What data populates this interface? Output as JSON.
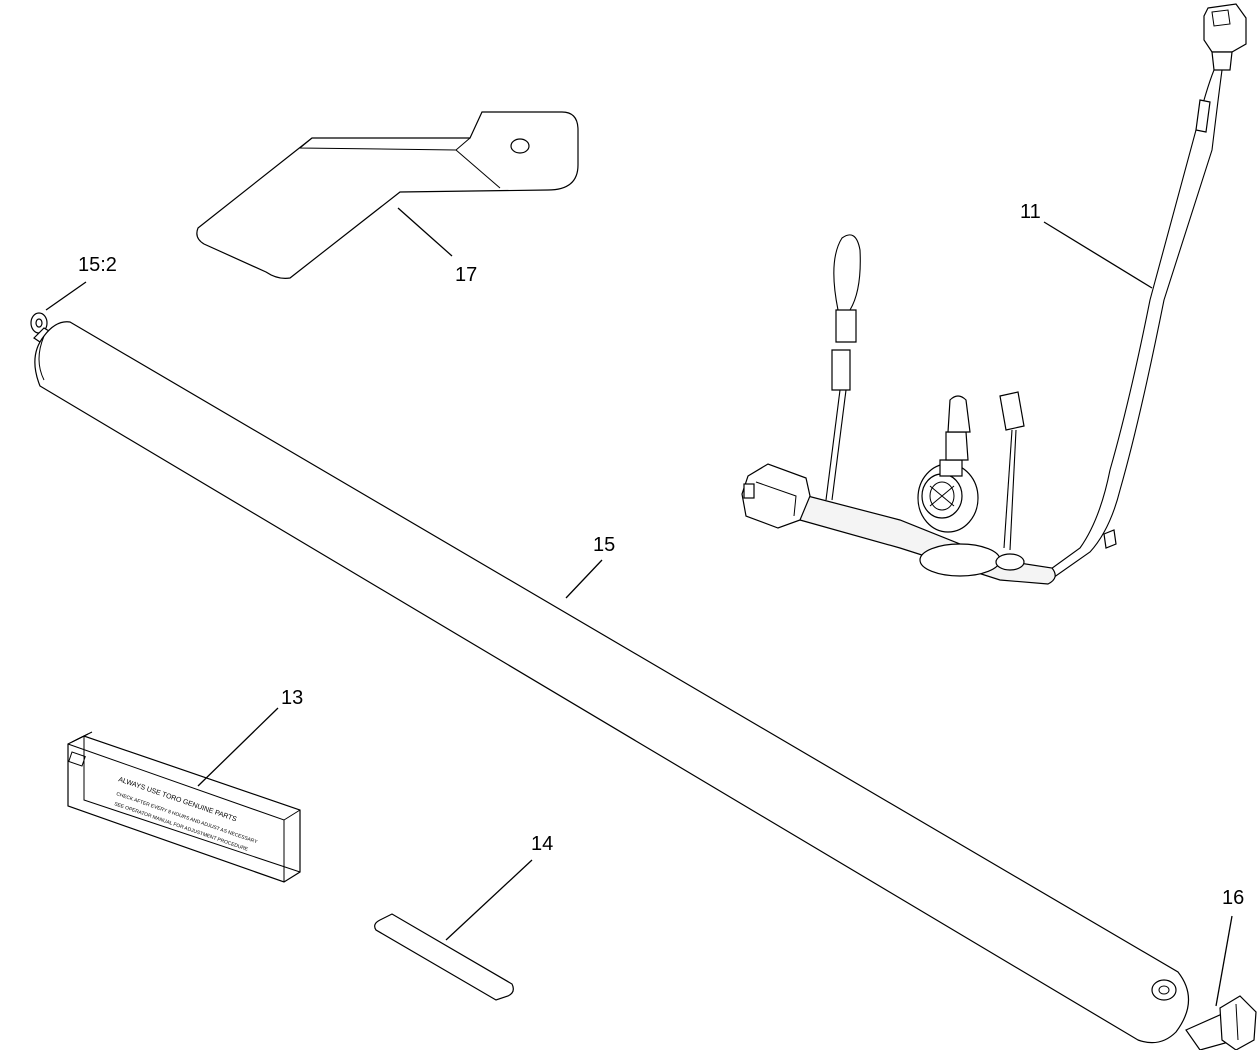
{
  "callouts": [
    {
      "id": "11",
      "label": "11"
    },
    {
      "id": "13",
      "label": "13"
    },
    {
      "id": "14",
      "label": "14"
    },
    {
      "id": "15",
      "label": "15"
    },
    {
      "id": "15-2",
      "label": "15:2"
    },
    {
      "id": "16",
      "label": "16"
    },
    {
      "id": "17",
      "label": "17"
    }
  ],
  "decal_text": {
    "brand": "TORO",
    "line1": "ALWAYS USE TORO GENUINE PARTS",
    "line2": "CHECK AFTER EVERY 8 HOURS AND ADJUST AS NECESSARY",
    "line3": "SEE OPERATOR MANUAL FOR ADJUSTMENT PROCEDURE"
  }
}
